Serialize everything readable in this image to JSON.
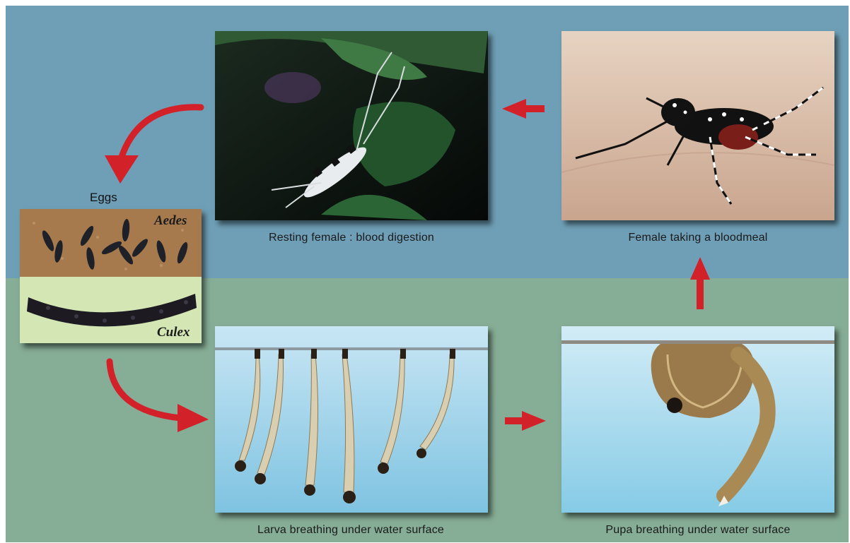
{
  "stages": {
    "resting": {
      "caption": "Resting female : blood digestion",
      "icon": "resting-mosquito-photo"
    },
    "feeding": {
      "caption": "Female taking a bloodmeal",
      "icon": "feeding-mosquito-photo"
    },
    "eggs": {
      "label": "Eggs",
      "species_top": "Aedes",
      "species_bottom": "Culex",
      "icon": "eggs-photo"
    },
    "larva": {
      "caption": "Larva breathing under water surface",
      "icon": "larvae-photo"
    },
    "pupa": {
      "caption": "Pupa breathing under water surface",
      "icon": "pupa-photo"
    }
  },
  "colors": {
    "air_background": "#6f9fb6",
    "water_background": "#86ad96",
    "arrow": "#d3212a"
  }
}
